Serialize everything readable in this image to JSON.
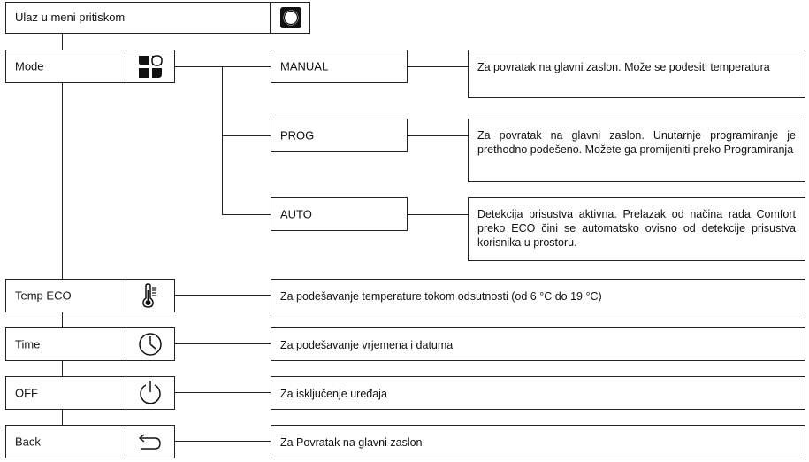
{
  "enter": {
    "label": "Ulaz u meni pritiskom",
    "icon": "circle-button-icon"
  },
  "menu": [
    {
      "label": "Mode",
      "icon": "mode-quadrants-icon"
    },
    {
      "label": "Temp ECO",
      "icon": "thermometer-icon",
      "desc": "Za podešavanje temperature tokom odsutnosti (od 6 °C do 19 °C)"
    },
    {
      "label": "Time",
      "icon": "clock-icon",
      "desc": "Za podešavanje vrjemena i datuma"
    },
    {
      "label": "OFF",
      "icon": "power-icon",
      "desc": "Za isključenje uređaja"
    },
    {
      "label": "Back",
      "icon": "back-arrow-icon",
      "desc": "Za Povratak na glavni zaslon"
    }
  ],
  "modes": [
    {
      "label": "MANUAL",
      "desc": "Za povratak na glavni zaslon. Može se podesiti temperatura"
    },
    {
      "label": "PROG",
      "desc": "Za povratak na glavni zaslon. Unutarnje programiranje je prethodno podešeno. Možete ga promijeniti preko Programiranja"
    },
    {
      "label": "AUTO",
      "desc": "Detekcija prisustva aktivna. Prelazak od načina rada Comfort preko ECO čini se automatsko ovisno od detekcije prisustva korisnika u prostoru."
    }
  ]
}
